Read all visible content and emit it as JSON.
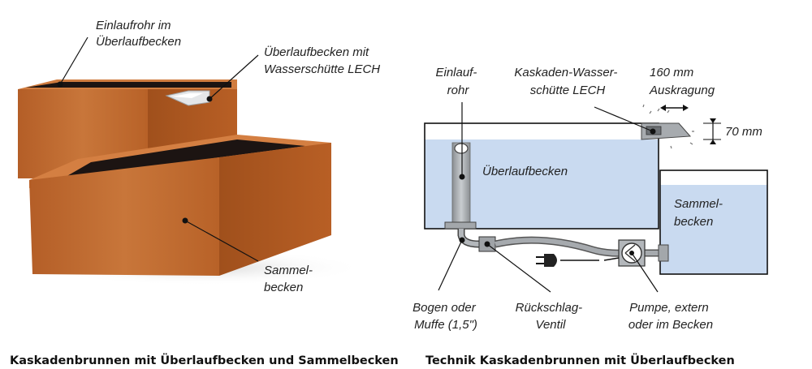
{
  "left_photo": {
    "labels": {
      "inlet_pipe": [
        "Einlaufrohr im",
        "Überlaufbecken"
      ],
      "overflow_basin": [
        "Überlaufbecken mit",
        "Wasserschütte LECH"
      ],
      "collecting_basin": [
        "Sammel-",
        "becken"
      ]
    },
    "caption": "Kaskadenbrunnen mit Überlaufbecken und Sammelbecken"
  },
  "right_diagram": {
    "labels": {
      "inlet_pipe": [
        "Einlauf-",
        "rohr"
      ],
      "cascade_spout": [
        "Kaskaden-Wasser-",
        "schütte LECH"
      ],
      "overhang": [
        "160 mm",
        "Auskragung"
      ],
      "spout_height": "70 mm",
      "overflow_basin": "Überlaufbecken",
      "collecting_basin": [
        "Sammel-",
        "becken"
      ],
      "elbow": [
        "Bogen oder",
        "Muffe (1,5\")"
      ],
      "check_valve": [
        "Rückschlag-",
        "Ventil"
      ],
      "pump": [
        "Pumpe, extern",
        "oder im Becken"
      ]
    },
    "caption": "Technik Kaskadenbrunnen mit Überlaufbecken"
  },
  "colors": {
    "corten_front": "#c06a30",
    "corten_side": "#a9561f",
    "corten_top": "#d47f42",
    "soil": "#1c1412",
    "water": "#c9daf0",
    "pipe": "#9ea2a6",
    "outline": "#111111"
  }
}
